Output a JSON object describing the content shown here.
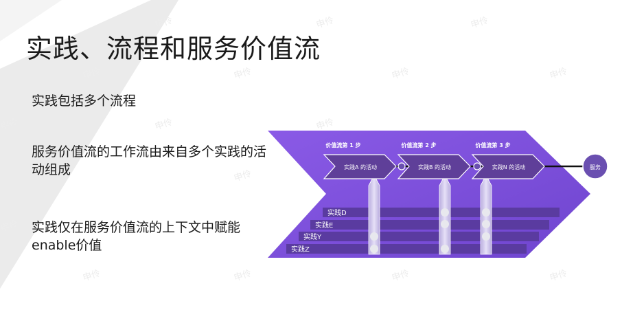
{
  "slide": {
    "title": "实践、流程和服务价值流",
    "bullets": [
      "实践包括多个流程",
      "服务价值流的工作流由来自多个实践的活动组成",
      "实践仅在服务价值流的上下文中赋能enable价值"
    ]
  },
  "diagram": {
    "steps": [
      {
        "label": "价值流第 1 步",
        "activity": "实践A 的活动"
      },
      {
        "label": "价值流第 2 步",
        "activity": "实践B 的活动"
      },
      {
        "label": "价值流第 3 步",
        "activity": "实践N 的活动"
      }
    ],
    "service": "服务",
    "practices": [
      "实践D",
      "实践E",
      "实践Y",
      "实践Z"
    ]
  },
  "watermark": "申伶",
  "colors": {
    "purple_bg": "#7a4fd8",
    "band": "#5a3ba0",
    "chevron": "#5f3f99",
    "connector": "#cfc6ee"
  }
}
